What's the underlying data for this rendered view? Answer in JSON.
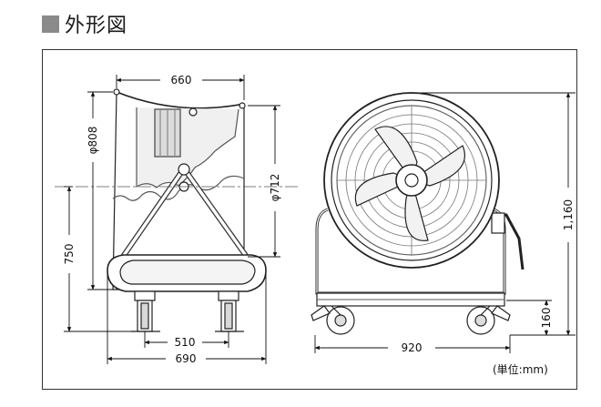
{
  "heading": "外形図",
  "dimensions": {
    "width_top": "660",
    "diameter_outer": "φ808",
    "diameter_inner": "φ712",
    "height_side": "750",
    "caster_spacing": "510",
    "width_bottom": "690",
    "height_total": "1,160",
    "width_front": "920",
    "base_height": "160"
  },
  "unit_note": "(単位:mm)"
}
